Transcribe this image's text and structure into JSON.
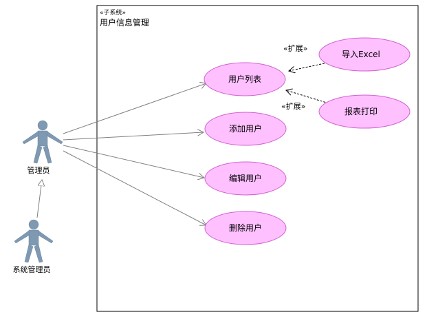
{
  "subsystem": {
    "stereotype": "«子系统»",
    "name": "用户信息管理"
  },
  "actors": {
    "admin": {
      "label": "管理员",
      "icon": "stick-figure-actor-icon"
    },
    "sysadmin": {
      "label": "系统管理员",
      "icon": "stick-figure-actor-icon"
    }
  },
  "use_cases": {
    "user_list": "用户列表",
    "add_user": "添加用户",
    "edit_user": "编辑用户",
    "delete_user": "删除用户",
    "import_excel": "导入Excel",
    "print_report": "报表打印"
  },
  "extend_labels": {
    "import": "«扩展»",
    "print": "«扩展»"
  },
  "colors": {
    "usecase_fill": "#ffc0ff",
    "usecase_stroke": "#d060d0",
    "actor_fill": "#7f99b3",
    "association": "#808080",
    "extend": "#000000"
  }
}
